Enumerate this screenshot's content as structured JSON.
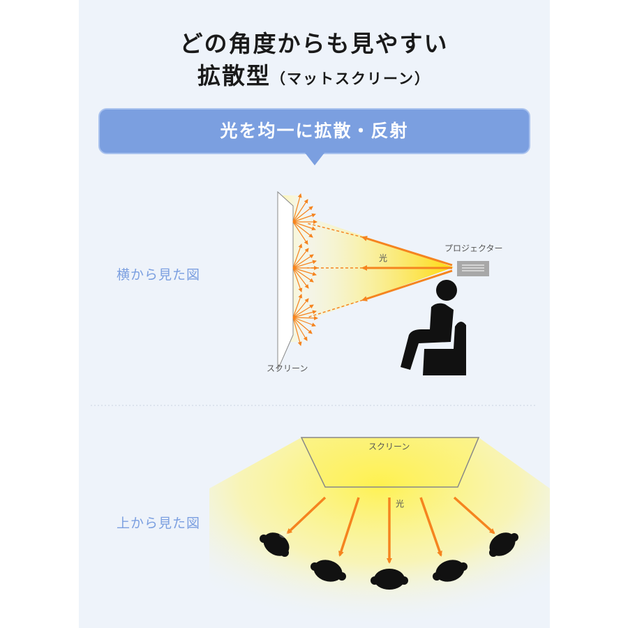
{
  "title": {
    "line1": "どの角度からも見やすい",
    "line2_main": "拡散型",
    "line2_sub": "（マットスクリーン）"
  },
  "banner": {
    "text": "光を均一に拡散・反射"
  },
  "side_view": {
    "label": "横から見た図",
    "projector_label": "プロジェクター",
    "light_label": "光",
    "screen_label": "スクリーン"
  },
  "top_view": {
    "label": "上から見た図",
    "screen_label": "スクリーン",
    "light_label": "光"
  },
  "colors": {
    "accent": "#7b9fe0",
    "arrow": "#f5841f",
    "light": "#fff38a",
    "panel": "#eef3fa"
  }
}
